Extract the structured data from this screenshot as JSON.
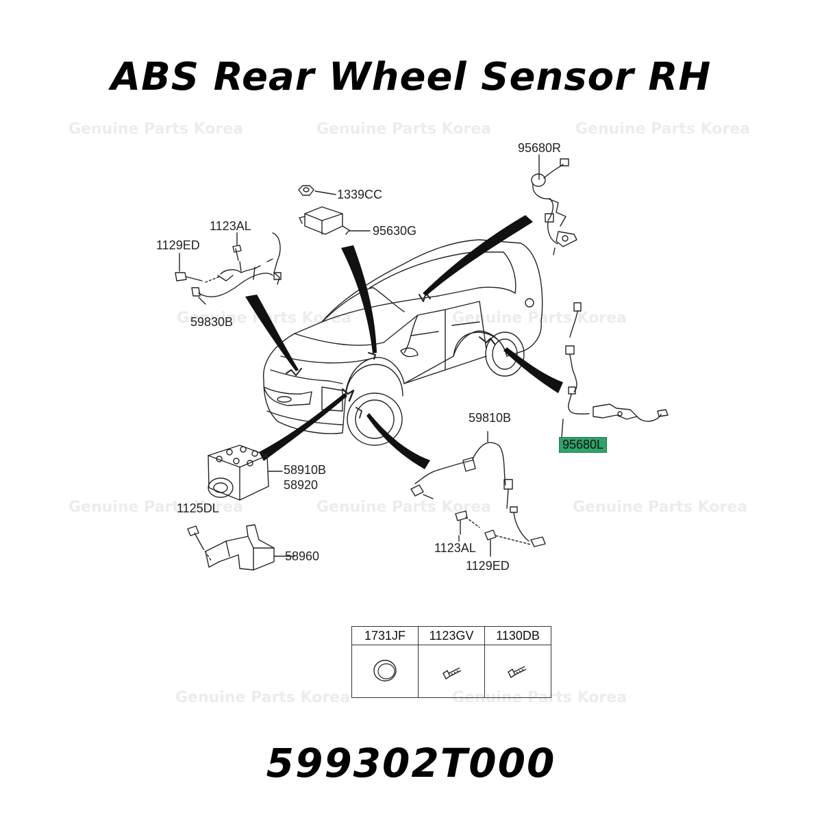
{
  "title": "ABS Rear Wheel Sensor RH",
  "part_number": "599302T000",
  "watermark": "Genuine Parts Korea",
  "callouts": {
    "c_95680R": "95680R",
    "c_1339CC": "1339CC",
    "c_95630G": "95630G",
    "c_1123AL_top": "1123AL",
    "c_1129ED_top": "1129ED",
    "c_59830B": "59830B",
    "c_95680L": "95680L",
    "c_59810B": "59810B",
    "c_58910B": "58910B",
    "c_58920": "58920",
    "c_1125DL": "1125DL",
    "c_58960": "58960",
    "c_1123AL_bot": "1123AL",
    "c_1129ED_bot": "1129ED"
  },
  "highlight_color": "#2ea36a",
  "parts_table": {
    "headers": [
      "1731JF",
      "1123GV",
      "1130DB"
    ],
    "icons": [
      "plug-cap-icon",
      "bolt-icon",
      "bolt-icon"
    ]
  }
}
